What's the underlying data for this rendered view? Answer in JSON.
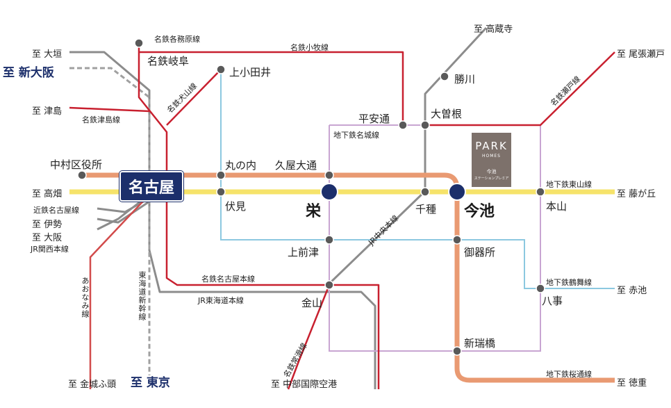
{
  "colors": {
    "meitetsu_red": "#c8202f",
    "higashiyama_yellow": "#f6e36a",
    "sakuradori_orange": "#e99a72",
    "tsurumai_blue": "#8cc8e0",
    "meijo_purple": "#c8a5d2",
    "jr_gray": "#8c8c8c",
    "aonami_red": "#d24b4b",
    "station_dot": "#595959",
    "major_station": "#1c2f6b"
  },
  "destinations": {
    "ogaki": "至 大垣",
    "shin_osaka": "至 新大阪",
    "tsushima": "至 津島",
    "takabata": "至 高畑",
    "ise": "至 伊勢",
    "osaka": "至 大阪",
    "kinjofuto": "至 金城ふ頭",
    "tokyo": "至 東京",
    "chubu_airport": "至 中部国際空港",
    "kozoji": "至 高蔵寺",
    "owariseto": "至 尾張瀬戸",
    "fujigaoka": "至 藤が丘",
    "akaike": "至 赤池",
    "tokushige": "至 徳重"
  },
  "lines": {
    "kakamigahara": "名鉄各務原線",
    "komaki": "名鉄小牧線",
    "inuyama": "名鉄犬山線",
    "tsushima": "名鉄津島線",
    "meijo": "地下鉄名城線",
    "seto": "名鉄瀬戸線",
    "higashiyama": "地下鉄東山線",
    "kintetsu": "近鉄名古屋線",
    "jr_kansai": "JR関西本線",
    "aonami": "あおなみ線",
    "shinkansen": "東海道新幹線",
    "meitetsu_nagoya": "名鉄名古屋本線",
    "jr_tokaido": "JR東海道本線",
    "jr_chuo": "JR中央本線",
    "tokoname": "名鉄常滑線",
    "tsurumai": "地下鉄鶴舞線",
    "sakuradori": "地下鉄桜通線"
  },
  "stations": {
    "meitetsu_gifu": "名鉄岐阜",
    "kamiotai": "上小田井",
    "katsukawa": "勝川",
    "heian_dori": "平安通",
    "ozone": "大曽根",
    "nakamura_kuyakusho": "中村区役所",
    "nagoya": "名古屋",
    "marunouchi": "丸の内",
    "hisaya_odori": "久屋大通",
    "fushimi": "伏見",
    "sakae": "栄",
    "chikusa": "千種",
    "imaike": "今池",
    "motoyama": "本山",
    "kamimaezu": "上前津",
    "gokiso": "御器所",
    "yagoto": "八事",
    "kanayama": "金山",
    "aratamabashi": "新瑞橋"
  },
  "logo": {
    "brand": "PARK",
    "sub": "HOMES",
    "name": "今池",
    "tagline": "ステーションプレミア"
  }
}
